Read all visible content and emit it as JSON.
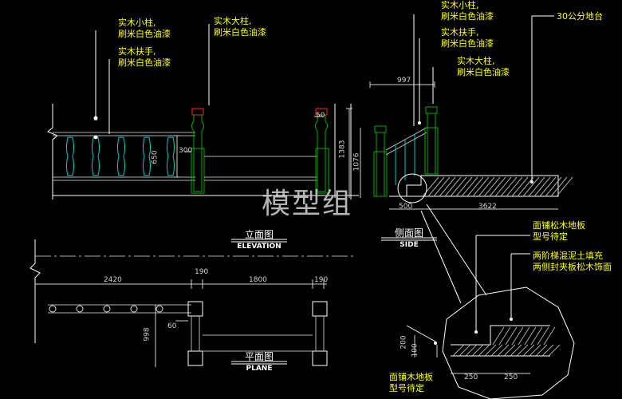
{
  "watermark": "模型组",
  "labels": {
    "small_post_left": [
      "实木小柱,",
      "刷米白色油漆"
    ],
    "handrail_left": [
      "实木扶手,",
      "刷米白色油漆"
    ],
    "big_post_left": [
      "实木大柱,",
      "刷米白色油漆"
    ],
    "small_post_right": [
      "实木小柱,",
      "刷米白色油漆"
    ],
    "handrail_right": [
      "实木扶手,",
      "刷米白色油漆"
    ],
    "big_post_right": [
      "实木大柱,",
      "刷米白色油漆"
    ],
    "platform": "30公分地台",
    "floor_top": [
      "面铺松木地板",
      "型号待定"
    ],
    "fill_note": [
      "两阶梯混泥土填充",
      "两侧封夹板松木饰面"
    ],
    "floor_bottom": [
      "面铺木地板",
      "型号待定"
    ]
  },
  "titles": {
    "elevation_cn": "立面图",
    "elevation_en": "ELEVATION",
    "side_cn": "侧面图",
    "side_en": "SIDE",
    "plane_cn": "平面图",
    "plane_en": "PLANE"
  },
  "dimensions": {
    "elev_300": "300",
    "elev_650": "650",
    "elev_50": "50",
    "side_997": "997",
    "side_1383": "1383",
    "side_1076": "1076",
    "side_500": "500",
    "side_3622": "3622",
    "plan_2420": "2420",
    "plan_190a": "190",
    "plan_1800": "1800",
    "plan_190b": "190",
    "plan_998": "998",
    "plan_60": "60",
    "det_200": "200",
    "det_100": "100",
    "det_250a": "250",
    "det_250b": "250"
  },
  "colors": {
    "background": "#000000",
    "label": "#ffff00",
    "leader": "#ffffff",
    "post": "#00aa00",
    "baluster": "#00cccc",
    "red": "#ff2020",
    "hatch": "#aaaaaa",
    "dim": "#d0d0d0"
  }
}
